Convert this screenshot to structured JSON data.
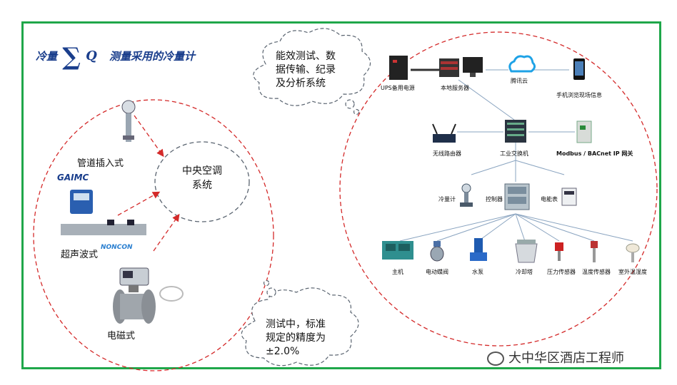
{
  "title": {
    "prefix": "冷量",
    "sigma": "∑",
    "q": "Q",
    "suffix": "测量采用的冷量计"
  },
  "meters": {
    "pipe_insert": "管道插入式",
    "ultrasonic": "超声波式",
    "electromagnetic": "电磁式",
    "brand_gaimc": "GAIMC",
    "brand_noncon": "NONCON"
  },
  "center": {
    "line1": "中央空调",
    "line2": "系统"
  },
  "cloud_top": {
    "line1": "能效测试、数",
    "line2": "据传输、纪录",
    "line3": "及分析系统"
  },
  "cloud_bottom": {
    "line1": "测试中，标准",
    "line2": "规定的精度为",
    "line3": "±2.0%"
  },
  "network": {
    "ups": "UPS备用电源",
    "server": "本地服务器",
    "cloud": "腾讯云",
    "phone": "手机浏览现场信息",
    "router": "无线路由器",
    "switch": "工业交换机",
    "gateway": "Modbus / BACnet IP 网关",
    "meter": "冷量计",
    "controller": "控制器",
    "energy": "电能表",
    "chiller": "主机",
    "valve": "电动蝶阀",
    "pump": "水泵",
    "tower": "冷却塔",
    "pressure": "压力传感器",
    "temp": "温度传感器",
    "outdoor": "室外温湿度"
  },
  "watermark": "大中华区酒店工程师",
  "colors": {
    "frame": "#1fa74a",
    "dashed_red": "#d42a2a",
    "dashed_gray": "#5a6470",
    "title": "#1a3e8c"
  }
}
